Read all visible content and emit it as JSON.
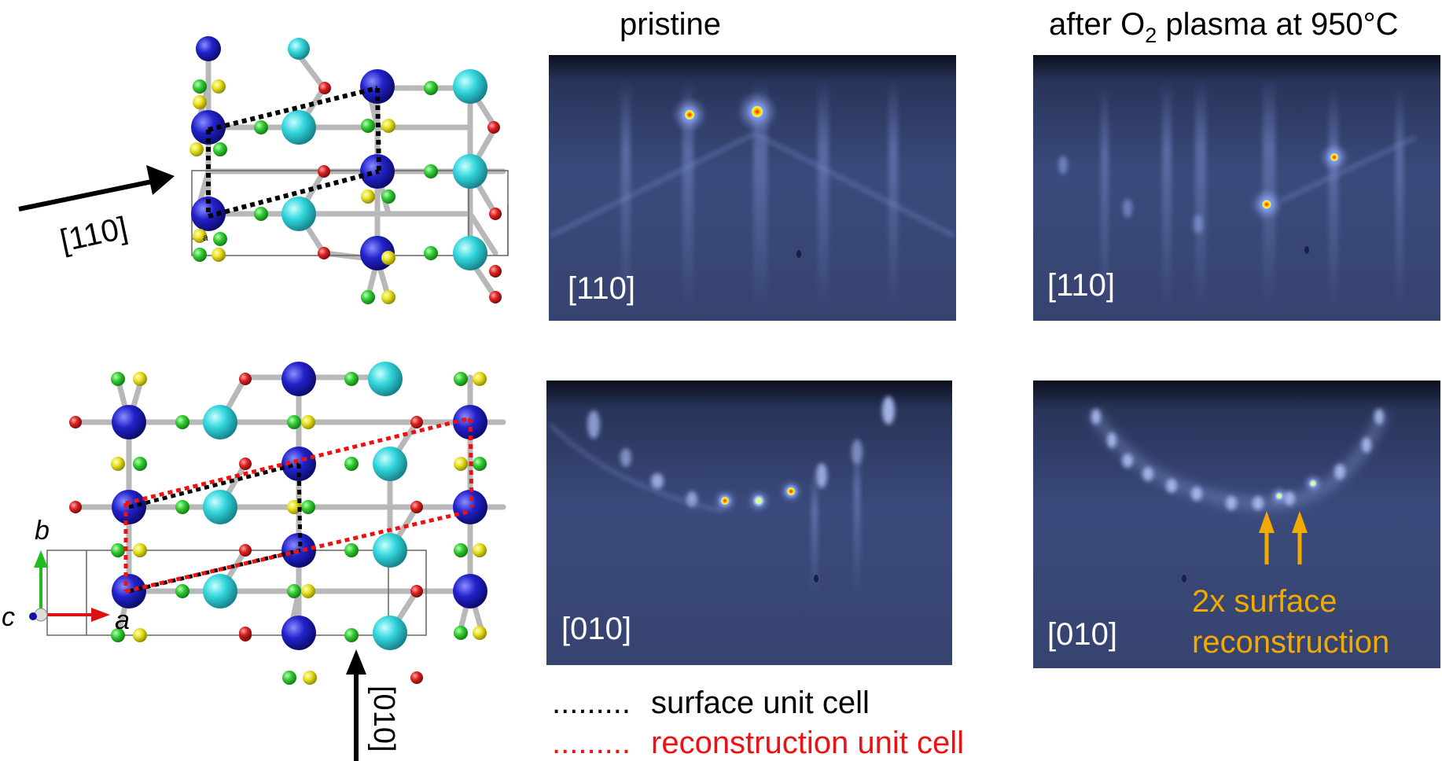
{
  "headers": {
    "pristine": "pristine",
    "plasma_prefix": "after O",
    "plasma_sub": "2",
    "plasma_suffix": " plasma at 950°C"
  },
  "directions": {
    "d110": "[110]",
    "d010": "[010]"
  },
  "axes": {
    "a": "a",
    "b": "b",
    "c": "c"
  },
  "panels": {
    "pristine_110": "[110]",
    "plasma_110": "[110]",
    "pristine_010": "[010]",
    "plasma_010": "[010]"
  },
  "annotation": {
    "line1": "2x surface",
    "line2": "reconstruction"
  },
  "legend": {
    "dots": ".........",
    "surface": "surface unit cell",
    "reconstruction": "reconstruction unit cell"
  },
  "colors": {
    "atom_blue": "#2222cc",
    "atom_cyan": "#33d6dd",
    "atom_green": "#33cc33",
    "atom_yellow": "#e8e020",
    "atom_red": "#dd2222",
    "rheed_bg": "#3a4878",
    "annotation": "#f2aa00",
    "legend_red": "#ee1111",
    "legend_black": "#000000"
  }
}
